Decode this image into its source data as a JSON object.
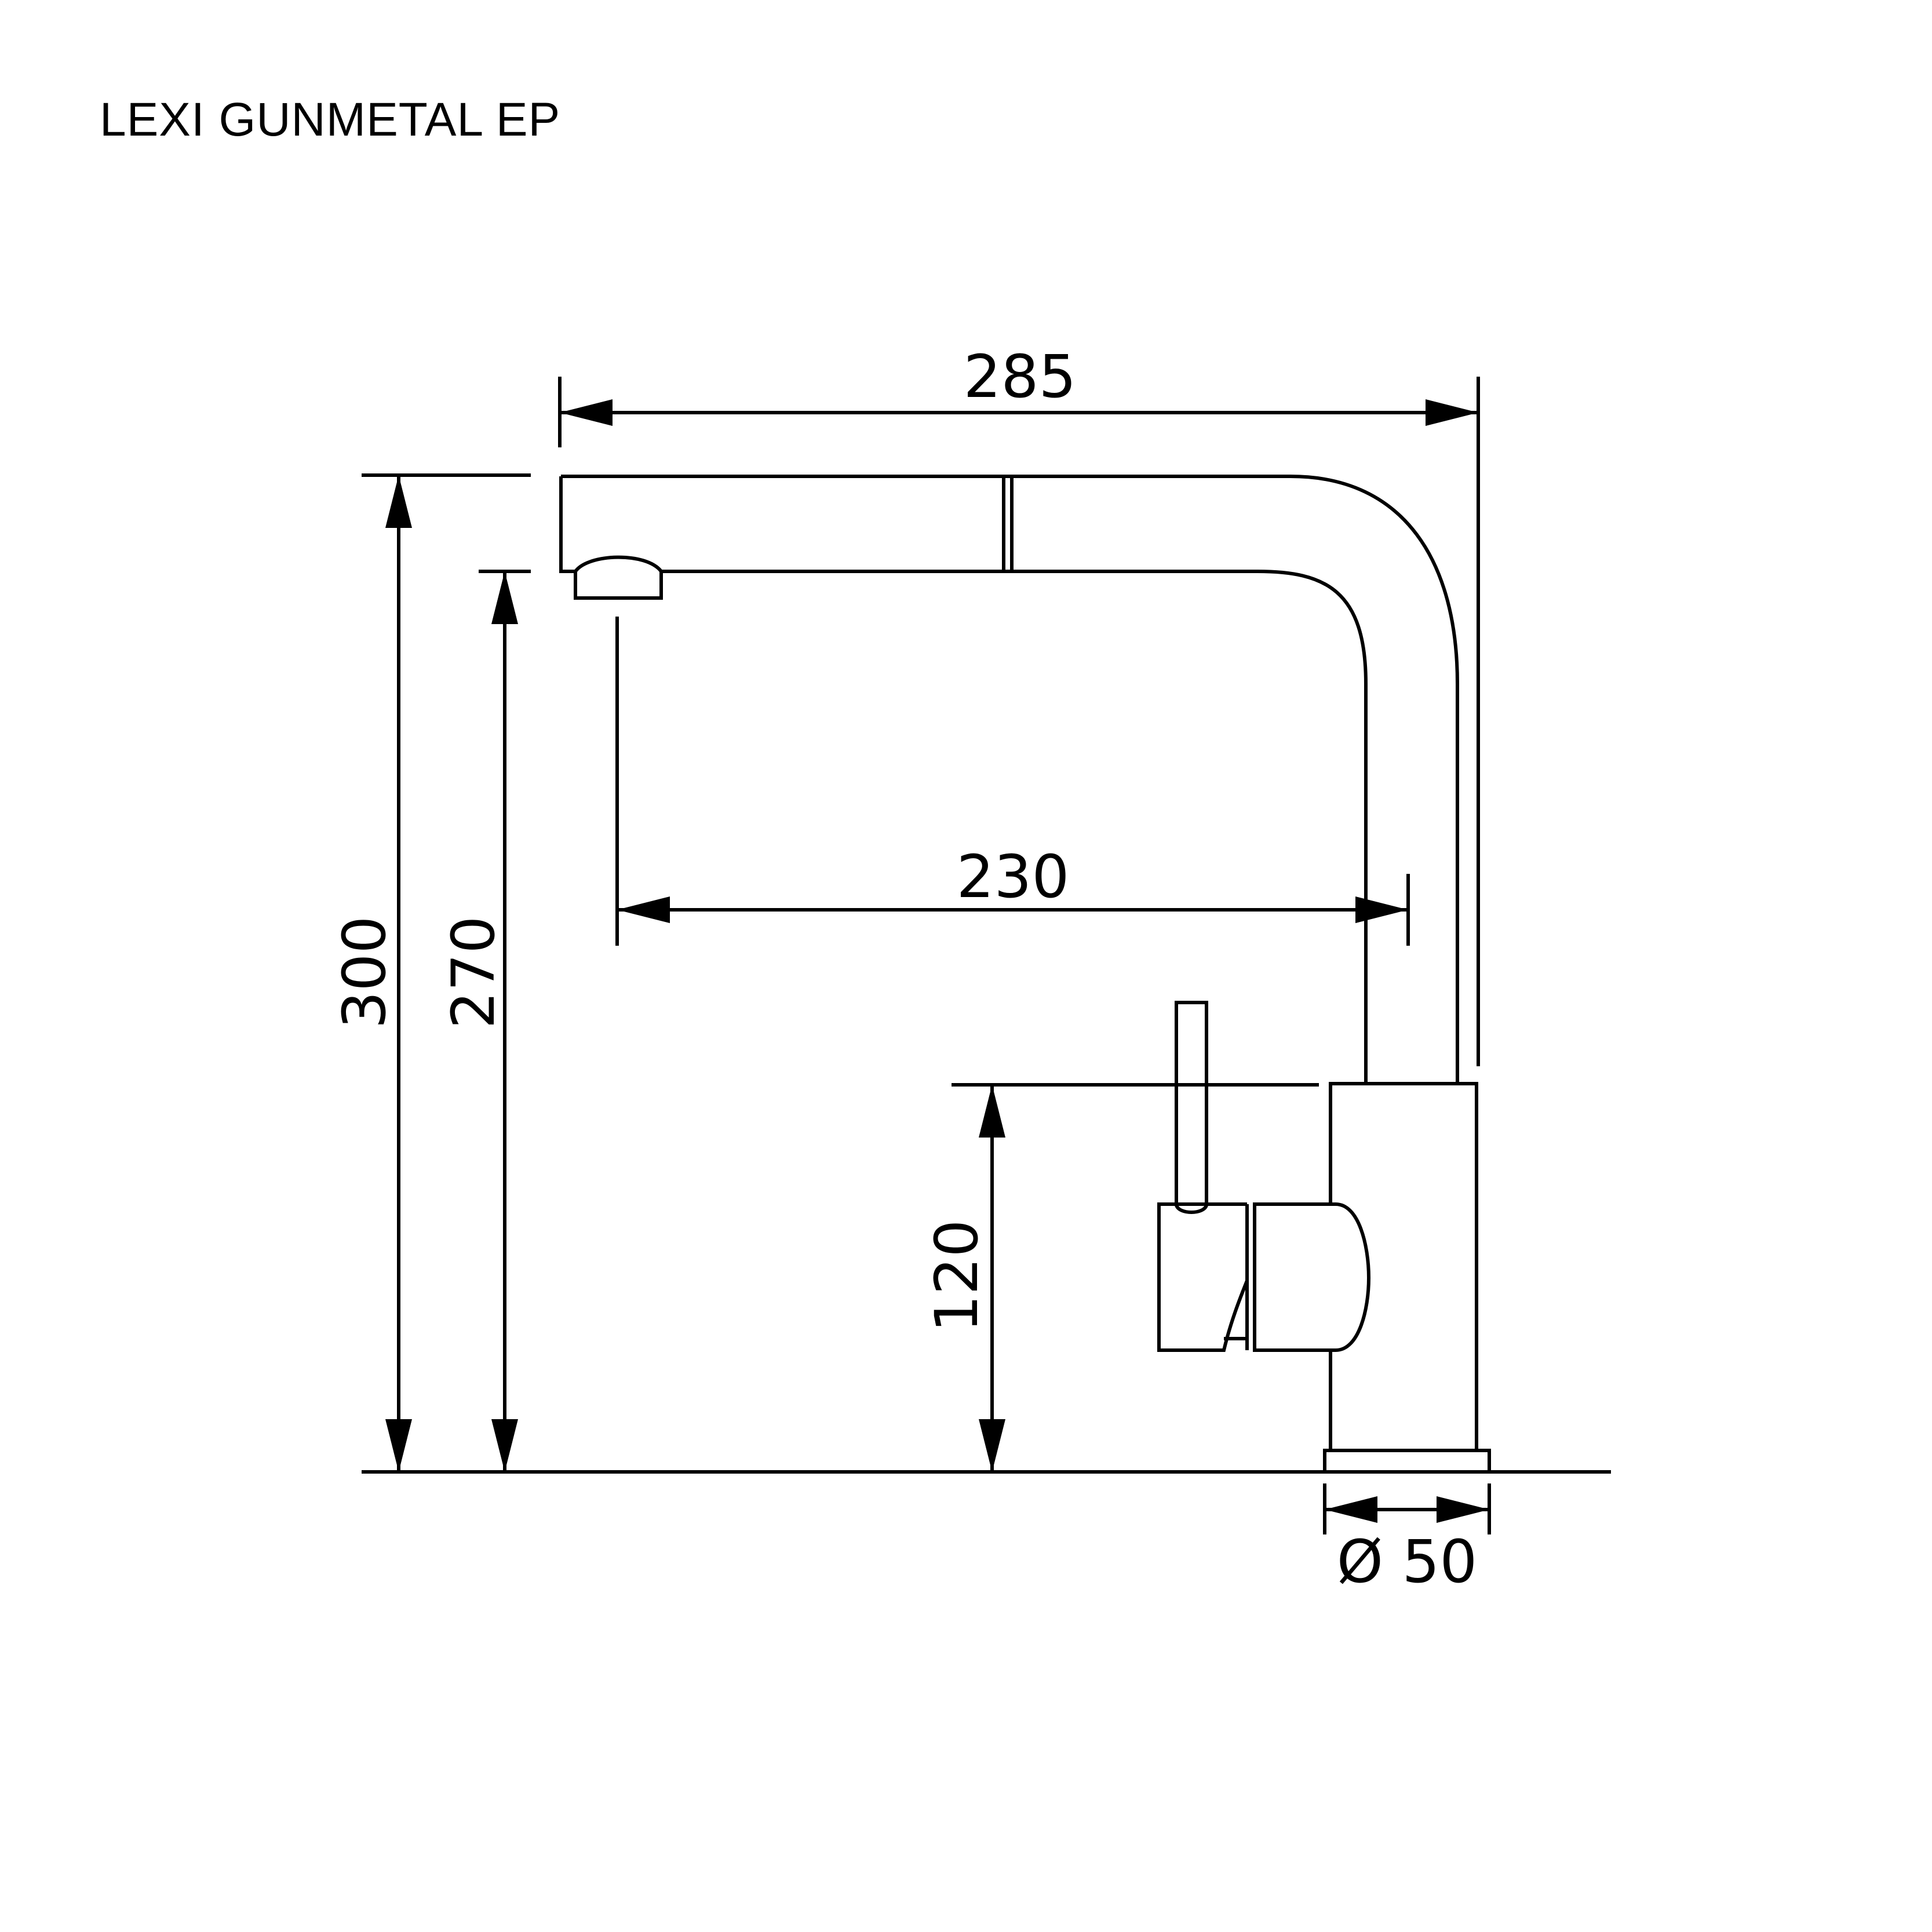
{
  "title": "LEXI GUNMETAL EP",
  "colors": {
    "line": "#000000",
    "background": "#ffffff"
  },
  "dimensions": {
    "overall_width": "285",
    "spout_reach": "230",
    "overall_height": "300",
    "spout_height": "270",
    "handle_height": "120",
    "base_diameter": "Ø 50"
  }
}
